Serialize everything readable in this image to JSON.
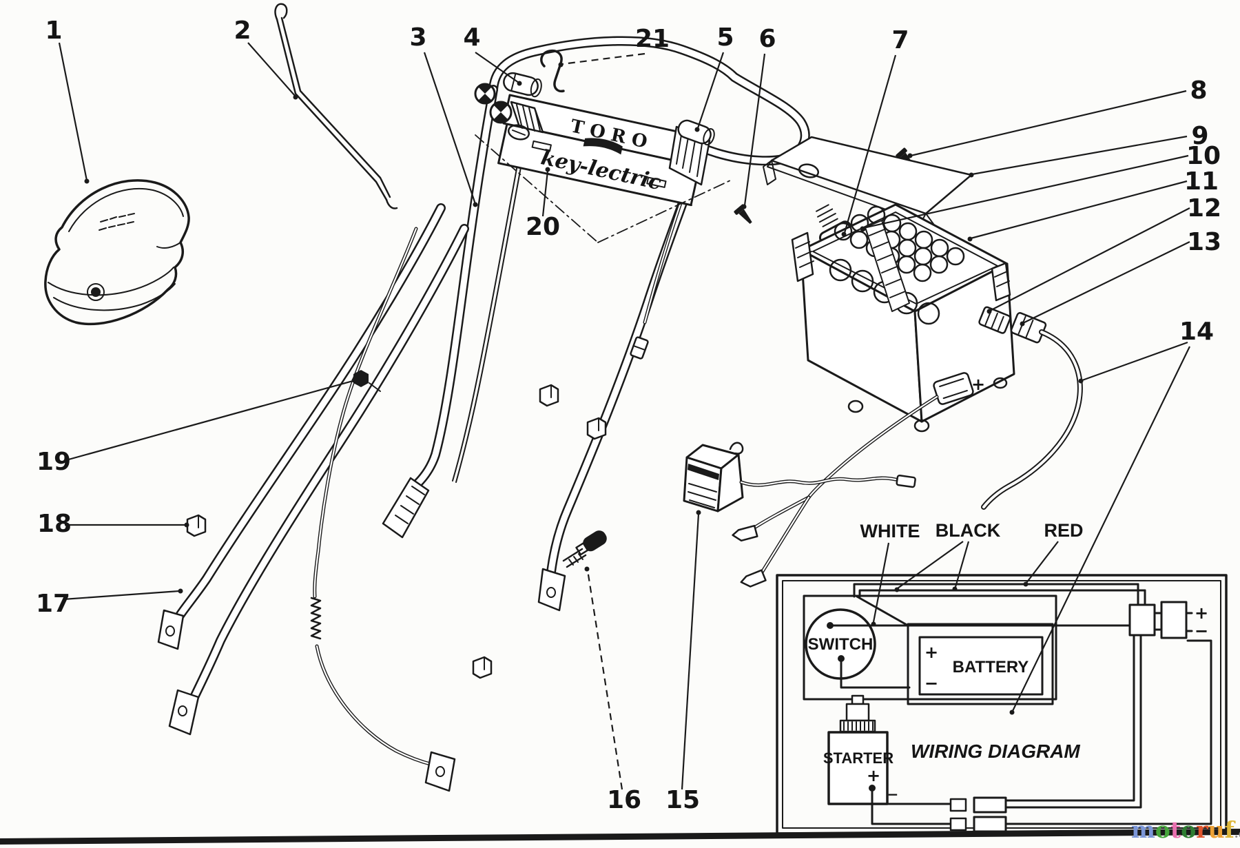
{
  "panel": {
    "brand": "TORO",
    "script": "key-lectric"
  },
  "callouts": {
    "n1": "1",
    "n2": "2",
    "n3": "3",
    "n4": "4",
    "n5": "5",
    "n6": "6",
    "n7": "7",
    "n8": "8",
    "n9": "9",
    "n10": "10",
    "n11": "11",
    "n12": "12",
    "n13": "13",
    "n14": "14",
    "n15": "15",
    "n16": "16",
    "n17": "17",
    "n18": "18",
    "n19": "19",
    "n20": "20",
    "n21": "21"
  },
  "schematic": {
    "title": "WIRING DIAGRAM",
    "wire_labels": {
      "white": "WHITE",
      "black": "BLACK",
      "red": "RED"
    },
    "components": {
      "switch": "SWITCH",
      "battery": "BATTERY",
      "starter": "STARTER"
    },
    "marks": {
      "plus": "+",
      "minus": "−"
    }
  },
  "watermark": {
    "letters": [
      {
        "ch": "m",
        "color": "#7b96d8"
      },
      {
        "ch": "o",
        "color": "#46a53c"
      },
      {
        "ch": "t",
        "color": "#e86fae"
      },
      {
        "ch": "o",
        "color": "#2e7d32"
      },
      {
        "ch": "r",
        "color": "#e0542c"
      },
      {
        "ch": "u",
        "color": "#eda135"
      },
      {
        "ch": "f",
        "color": "#dcb63b"
      }
    ],
    "suffix": ".de",
    "suffix_color": "#8b8b8b"
  },
  "colors": {
    "ink": "#1a1a1a",
    "paper": "#fcfcfa"
  }
}
